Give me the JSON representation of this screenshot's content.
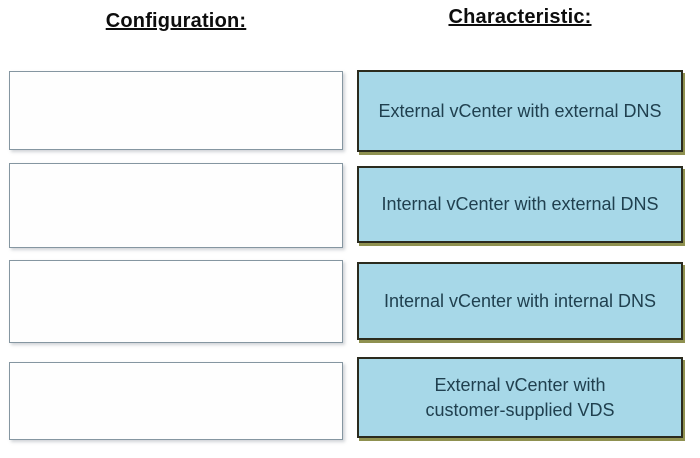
{
  "question": {
    "type": "drag-and-drop-matching",
    "columns": {
      "configuration": {
        "header": "Configuration:",
        "slots": [
          {
            "label": ""
          },
          {
            "label": ""
          },
          {
            "label": ""
          },
          {
            "label": ""
          }
        ]
      },
      "characteristic": {
        "header": "Characteristic:",
        "items": [
          {
            "label": "External vCenter with external DNS"
          },
          {
            "label": "Internal vCenter with external DNS"
          },
          {
            "label": "Internal vCenter with internal DNS"
          },
          {
            "label": "External vCenter with\ncustomer-supplied VDS"
          }
        ]
      }
    }
  },
  "colors": {
    "item_fill": "#a7d8e8",
    "item_border": "#2b2b1e",
    "item_shadow": "#8f9150",
    "slot_border": "#8596a1",
    "text": "#20404f",
    "header": "#0d0d0d",
    "page_bg": "#ffffff"
  }
}
